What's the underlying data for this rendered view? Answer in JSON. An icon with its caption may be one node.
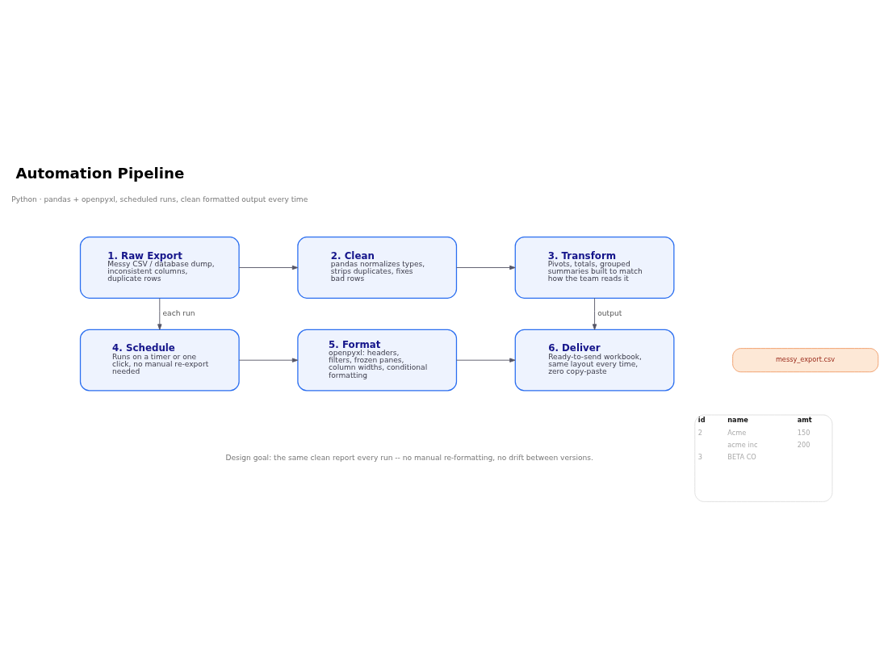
{
  "diagram": {
    "title": "Automation Pipeline",
    "nodes": [
      {
        "text": [
          "1. Raw Export",
          "Messy CSV / database dump, inconsistent columns, duplicate rows"
        ]
      },
      {
        "text": [
          "2. Clean",
          "pandas normalizes types, strips duplicates, fixes bad rows"
        ]
      },
      {
        "text": [
          "3. Transform",
          "Pivots, totals, grouped summaries built to match how the team reads it"
        ]
      },
      {
        "text": [
          "4. Schedule",
          "Runs on a timer or one click, no manual re-export needed"
        ]
      },
      {
        "text": [
          "5. Format",
          "openpyxl: headers, filters, frozen panes, column widths, conditional formatting"
        ]
      },
      {
        "text": [
          "6. Deliver",
          "Ready-to-send workbook, same layout every time, zero copy-paste"
        ]
      },
      {
        "text": [
          "messy_export.csv"
        ]
      },
      {
        "text": [
          "id",
          "name",
          "amt",
          "2",
          "Acme",
          "150",
          "acme inc",
          "200",
          "3",
          "BETA CO"
        ]
      }
    ],
    "edges": [
      {
        "from": 0,
        "to": 1,
        "arrow": "to"
      },
      {
        "from": 1,
        "to": 2,
        "arrow": "to"
      },
      {
        "from": 0,
        "to": 3,
        "arrow": "to",
        "label": "each run"
      },
      {
        "from": 2,
        "to": 5,
        "arrow": "to",
        "label": "output"
      },
      {
        "from": 3,
        "to": 4,
        "arrow": "to"
      },
      {
        "from": 4,
        "to": 5,
        "arrow": "to"
      }
    ],
    "labels": [
      "Python · pandas + openpyxl, scheduled runs, clean formatted output every time",
      "Design goal: the same clean report every run -- no manual re-formatting, no drift between versions."
    ]
  }
}
